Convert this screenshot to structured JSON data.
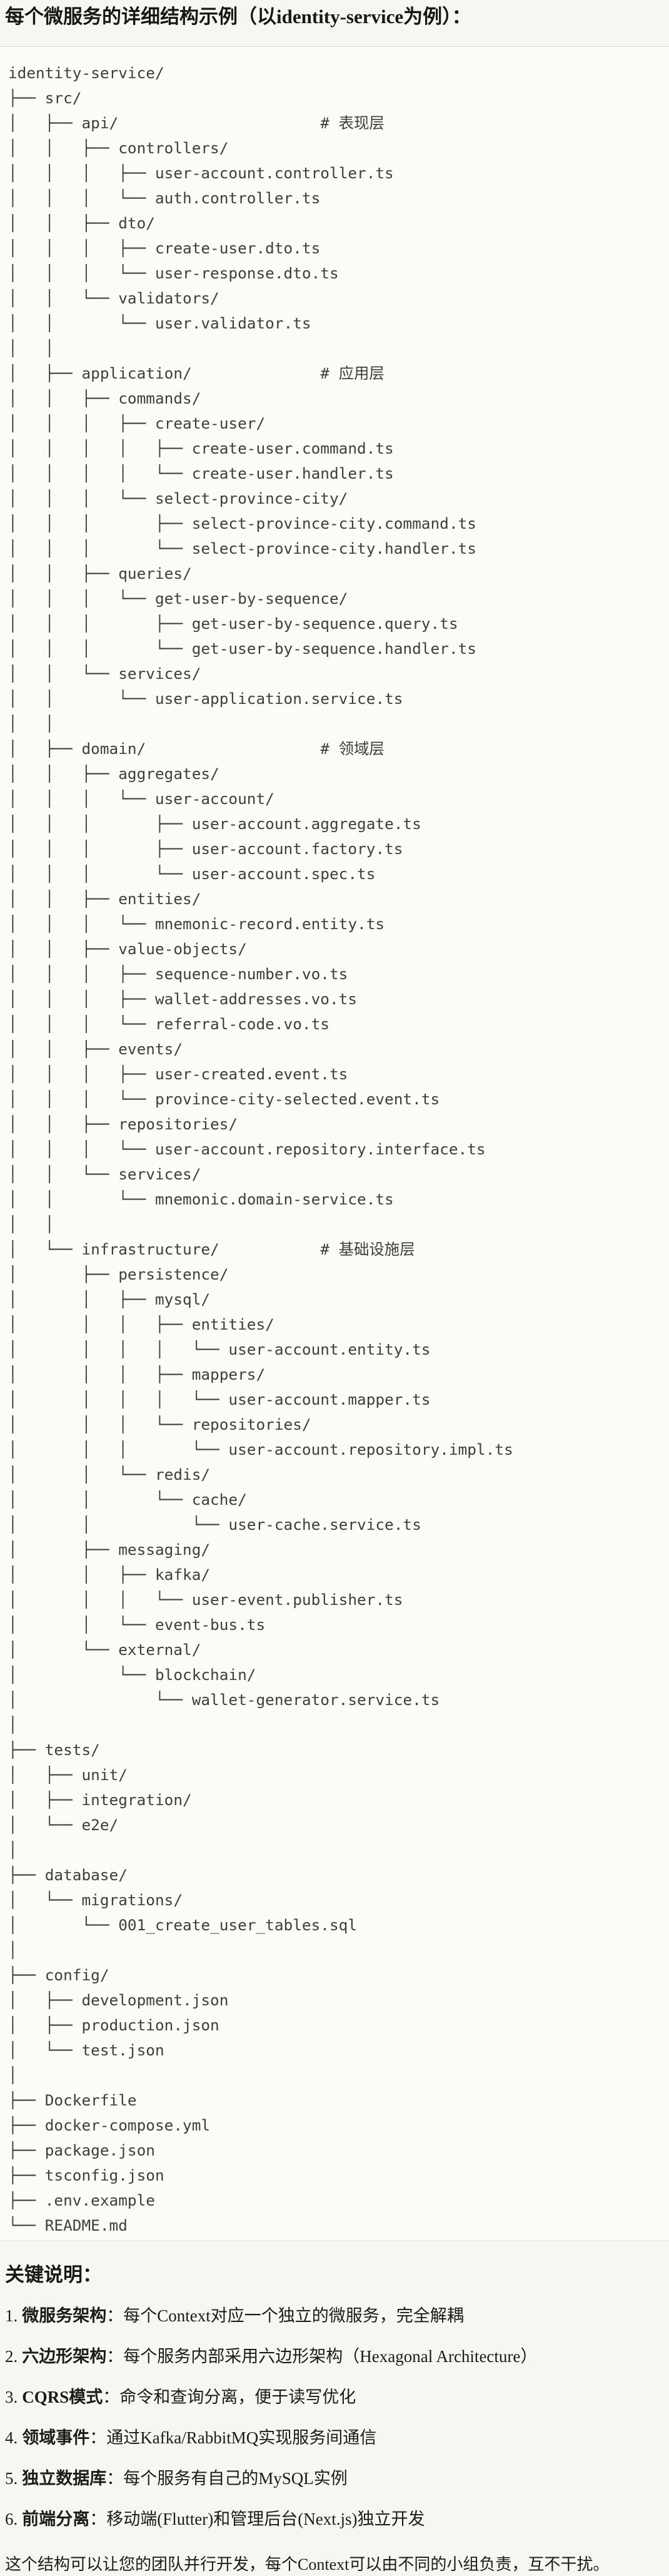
{
  "page": {
    "title": "每个微服务的详细结构示例（以identity-service为例）：",
    "notes_heading": "关键说明：",
    "closing": "这个结构可以让您的团队并行开发，每个Context可以由不同的小组负责，互不干扰。"
  },
  "colors": {
    "page_bg": "#f7f6f1",
    "code_bg": "#fcfbf8",
    "code_border": "#dcdbd6",
    "tree_text": "#3f3e3a",
    "body_text": "#1c1b18"
  },
  "tree": {
    "root": "identity-service/",
    "layer_comments": [
      "# 表现层",
      "# 应用层",
      "# 领域层",
      "# 基础设施层"
    ],
    "lines": [
      "identity-service/",
      "├── src/",
      "│   ├── api/                      # 表现层",
      "│   │   ├── controllers/",
      "│   │   │   ├── user-account.controller.ts",
      "│   │   │   └── auth.controller.ts",
      "│   │   ├── dto/",
      "│   │   │   ├── create-user.dto.ts",
      "│   │   │   └── user-response.dto.ts",
      "│   │   └── validators/",
      "│   │       └── user.validator.ts",
      "│   │",
      "│   ├── application/              # 应用层",
      "│   │   ├── commands/",
      "│   │   │   ├── create-user/",
      "│   │   │   │   ├── create-user.command.ts",
      "│   │   │   │   └── create-user.handler.ts",
      "│   │   │   └── select-province-city/",
      "│   │   │       ├── select-province-city.command.ts",
      "│   │   │       └── select-province-city.handler.ts",
      "│   │   ├── queries/",
      "│   │   │   └── get-user-by-sequence/",
      "│   │   │       ├── get-user-by-sequence.query.ts",
      "│   │   │       └── get-user-by-sequence.handler.ts",
      "│   │   └── services/",
      "│   │       └── user-application.service.ts",
      "│   │",
      "│   ├── domain/                   # 领域层",
      "│   │   ├── aggregates/",
      "│   │   │   └── user-account/",
      "│   │   │       ├── user-account.aggregate.ts",
      "│   │   │       ├── user-account.factory.ts",
      "│   │   │       └── user-account.spec.ts",
      "│   │   ├── entities/",
      "│   │   │   └── mnemonic-record.entity.ts",
      "│   │   ├── value-objects/",
      "│   │   │   ├── sequence-number.vo.ts",
      "│   │   │   ├── wallet-addresses.vo.ts",
      "│   │   │   └── referral-code.vo.ts",
      "│   │   ├── events/",
      "│   │   │   ├── user-created.event.ts",
      "│   │   │   └── province-city-selected.event.ts",
      "│   │   ├── repositories/",
      "│   │   │   └── user-account.repository.interface.ts",
      "│   │   └── services/",
      "│   │       └── mnemonic.domain-service.ts",
      "│   │",
      "│   └── infrastructure/           # 基础设施层",
      "│       ├── persistence/",
      "│       │   ├── mysql/",
      "│       │   │   ├── entities/",
      "│       │   │   │   └── user-account.entity.ts",
      "│       │   │   ├── mappers/",
      "│       │   │   │   └── user-account.mapper.ts",
      "│       │   │   └── repositories/",
      "│       │   │       └── user-account.repository.impl.ts",
      "│       │   └── redis/",
      "│       │       └── cache/",
      "│       │           └── user-cache.service.ts",
      "│       ├── messaging/",
      "│       │   ├── kafka/",
      "│       │   │   └── user-event.publisher.ts",
      "│       │   └── event-bus.ts",
      "│       └── external/",
      "│           └── blockchain/",
      "│               └── wallet-generator.service.ts",
      "│",
      "├── tests/",
      "│   ├── unit/",
      "│   ├── integration/",
      "│   └── e2e/",
      "│",
      "├── database/",
      "│   └── migrations/",
      "│       └── 001_create_user_tables.sql",
      "│",
      "├── config/",
      "│   ├── development.json",
      "│   ├── production.json",
      "│   └── test.json",
      "│",
      "├── Dockerfile",
      "├── docker-compose.yml",
      "├── package.json",
      "├── tsconfig.json",
      "├── .env.example",
      "└── README.md"
    ]
  },
  "notes": {
    "items": [
      {
        "num": "1.",
        "label": "微服务架构",
        "text": "：每个Context对应一个独立的微服务，完全解耦"
      },
      {
        "num": "2.",
        "label": "六边形架构",
        "text": "：每个服务内部采用六边形架构（Hexagonal Architecture）"
      },
      {
        "num": "3.",
        "label": "CQRS模式",
        "text": "：命令和查询分离，便于读写优化"
      },
      {
        "num": "4.",
        "label": "领域事件",
        "text": "：通过Kafka/RabbitMQ实现服务间通信"
      },
      {
        "num": "5.",
        "label": "独立数据库",
        "text": "：每个服务有自己的MySQL实例"
      },
      {
        "num": "6.",
        "label": "前端分离",
        "text": "：移动端(Flutter)和管理后台(Next.js)独立开发"
      }
    ]
  }
}
